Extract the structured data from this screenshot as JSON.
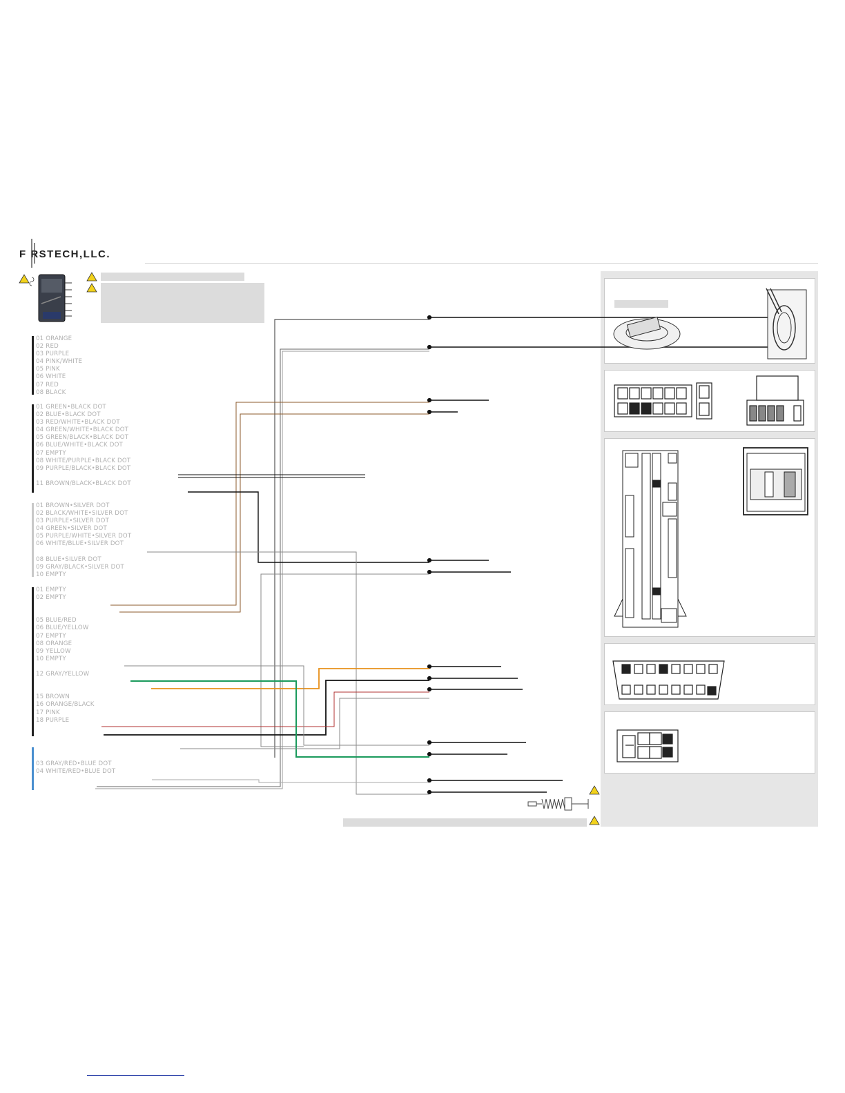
{
  "brand": {
    "logo_text": "F  RSTECH,LLC."
  },
  "colors": {
    "brown": "#8b5a2b",
    "orange": "#e8901a",
    "green": "#1a9a5c",
    "red": "#b03030",
    "gray": "#9a9a9a",
    "black": "#111111",
    "blue_bar": "#4a8fcf"
  },
  "connectors": [
    {
      "bar_color": "#222222",
      "wires": [
        "01 ORANGE",
        "02 RED",
        "03 PURPLE",
        "04 PINK/WHITE",
        "05 PINK",
        "06 WHITE",
        "07 RED",
        "08 BLACK"
      ]
    },
    {
      "bar_color": "#222222",
      "wires": [
        "01 GREEN•BLACK DOT",
        "02 BLUE•BLACK DOT",
        "03 RED/WHITE•BLACK DOT",
        "04 GREEN/WHITE•BLACK DOT",
        "05 GREEN/BLACK•BLACK DOT",
        "06 BLUE/WHITE•BLACK DOT",
        "07 EMPTY",
        "08 WHITE/PURPLE•BLACK DOT",
        "09 PURPLE/BLACK•BLACK DOT",
        "",
        "11 BROWN/BLACK•BLACK DOT"
      ]
    },
    {
      "bar_color": "#c8c8c8",
      "wires": [
        "01 BROWN•SILVER DOT",
        "02 BLACK/WHITE•SILVER DOT",
        "03 PURPLE•SILVER DOT",
        "04 GREEN•SILVER DOT",
        "05 PURPLE/WHITE•SILVER DOT",
        "06 WHITE/BLUE•SILVER DOT",
        "",
        "08 BLUE•SILVER DOT",
        "09 GRAY/BLACK•SILVER DOT",
        "10 EMPTY"
      ]
    },
    {
      "bar_color": "#222222",
      "wires": [
        "01 EMPTY",
        "02 EMPTY",
        "",
        "",
        "05 BLUE/RED",
        "06 BLUE/YELLOW",
        "07 EMPTY",
        "08 ORANGE",
        "09 YELLOW",
        "10 EMPTY",
        "",
        "12 GRAY/YELLOW",
        "",
        "",
        "15 BROWN",
        "16 ORANGE/BLACK",
        "17 PINK",
        "18 PURPLE"
      ]
    },
    {
      "bar_color": "#4a8fcf",
      "wires": [
        "03 GRAY/RED•BLUE DOT",
        "04 WHITE/RED•BLUE DOT"
      ]
    }
  ]
}
